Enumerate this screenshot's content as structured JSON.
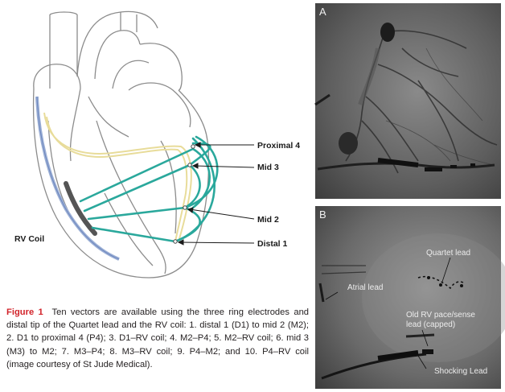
{
  "diagram": {
    "labels": {
      "rv_coil": "RV Coil",
      "proximal_4": "Proximal 4",
      "mid_3": "Mid 3",
      "mid_2": "Mid 2",
      "distal_1": "Distal 1"
    },
    "colors": {
      "vector": "#2aa89c",
      "heart_outline": "#8c8c8c",
      "lead": "#e8dc9a",
      "rv_lead": "#9cb0d6",
      "coil": "#555555"
    }
  },
  "xray_a": {
    "letter": "A"
  },
  "xray_b": {
    "letter": "B",
    "labels": {
      "quartet_lead": "Quartet lead",
      "atrial_lead": "Atrial lead",
      "old_rv_lead_line1": "Old RV pace/sense",
      "old_rv_lead_line2": "lead (capped)",
      "shocking_lead": "Shocking Lead"
    }
  },
  "caption": {
    "figure_label": "Figure 1",
    "text": "Ten vectors are available using the three ring electrodes and distal tip of the Quartet lead and the RV coil: 1. distal 1 (D1) to mid 2 (M2); 2. D1 to proximal 4 (P4); 3. D1–RV coil; 4. M2–P4; 5. M2–RV coil; 6. mid 3 (M3) to M2; 7. M3–P4; 8. M3–RV coil; 9. P4–M2; and 10. P4–RV coil (image courtesy of St Jude Medical)."
  }
}
